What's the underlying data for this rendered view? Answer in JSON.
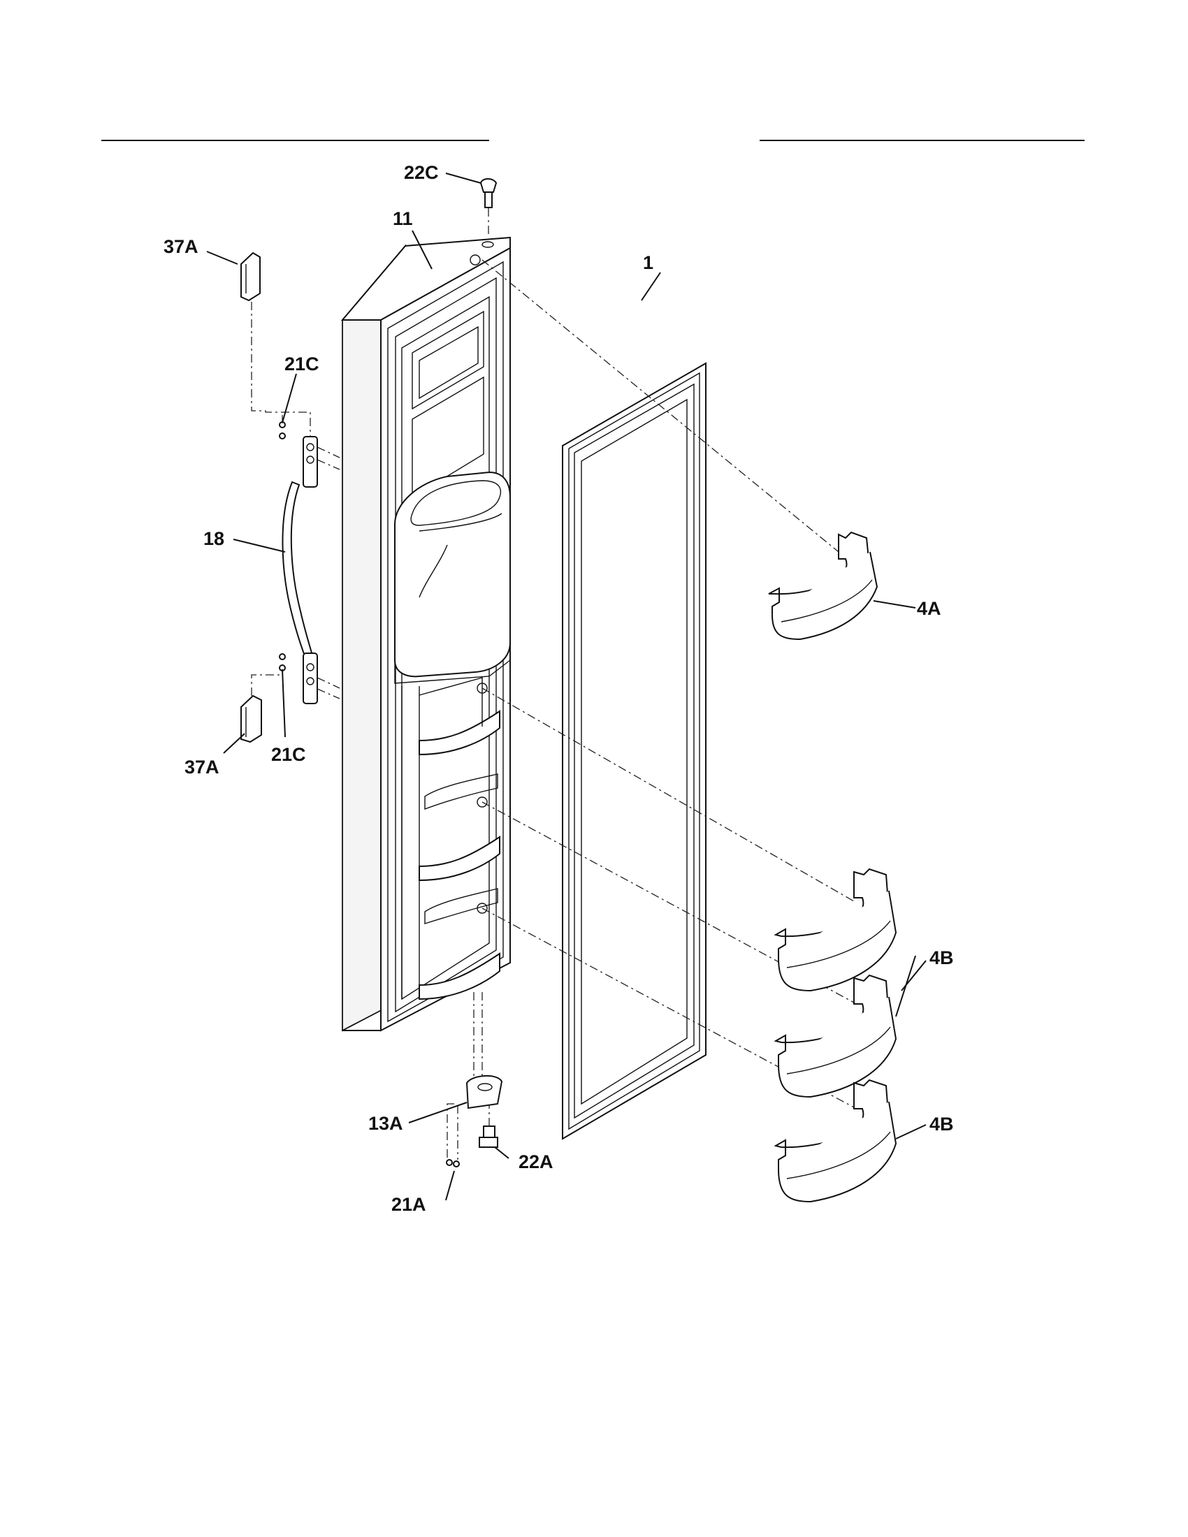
{
  "diagram": {
    "labels": {
      "p22C": "22C",
      "p11": "11",
      "p37A_top": "37A",
      "p21C_top": "21C",
      "p1": "1",
      "p18": "18",
      "p4A": "4A",
      "p21C_bottom": "21C",
      "p37A_bottom": "37A",
      "p4B_upper": "4B",
      "p13A": "13A",
      "p22A": "22A",
      "p4B_lower": "4B",
      "p21A": "21A"
    }
  }
}
